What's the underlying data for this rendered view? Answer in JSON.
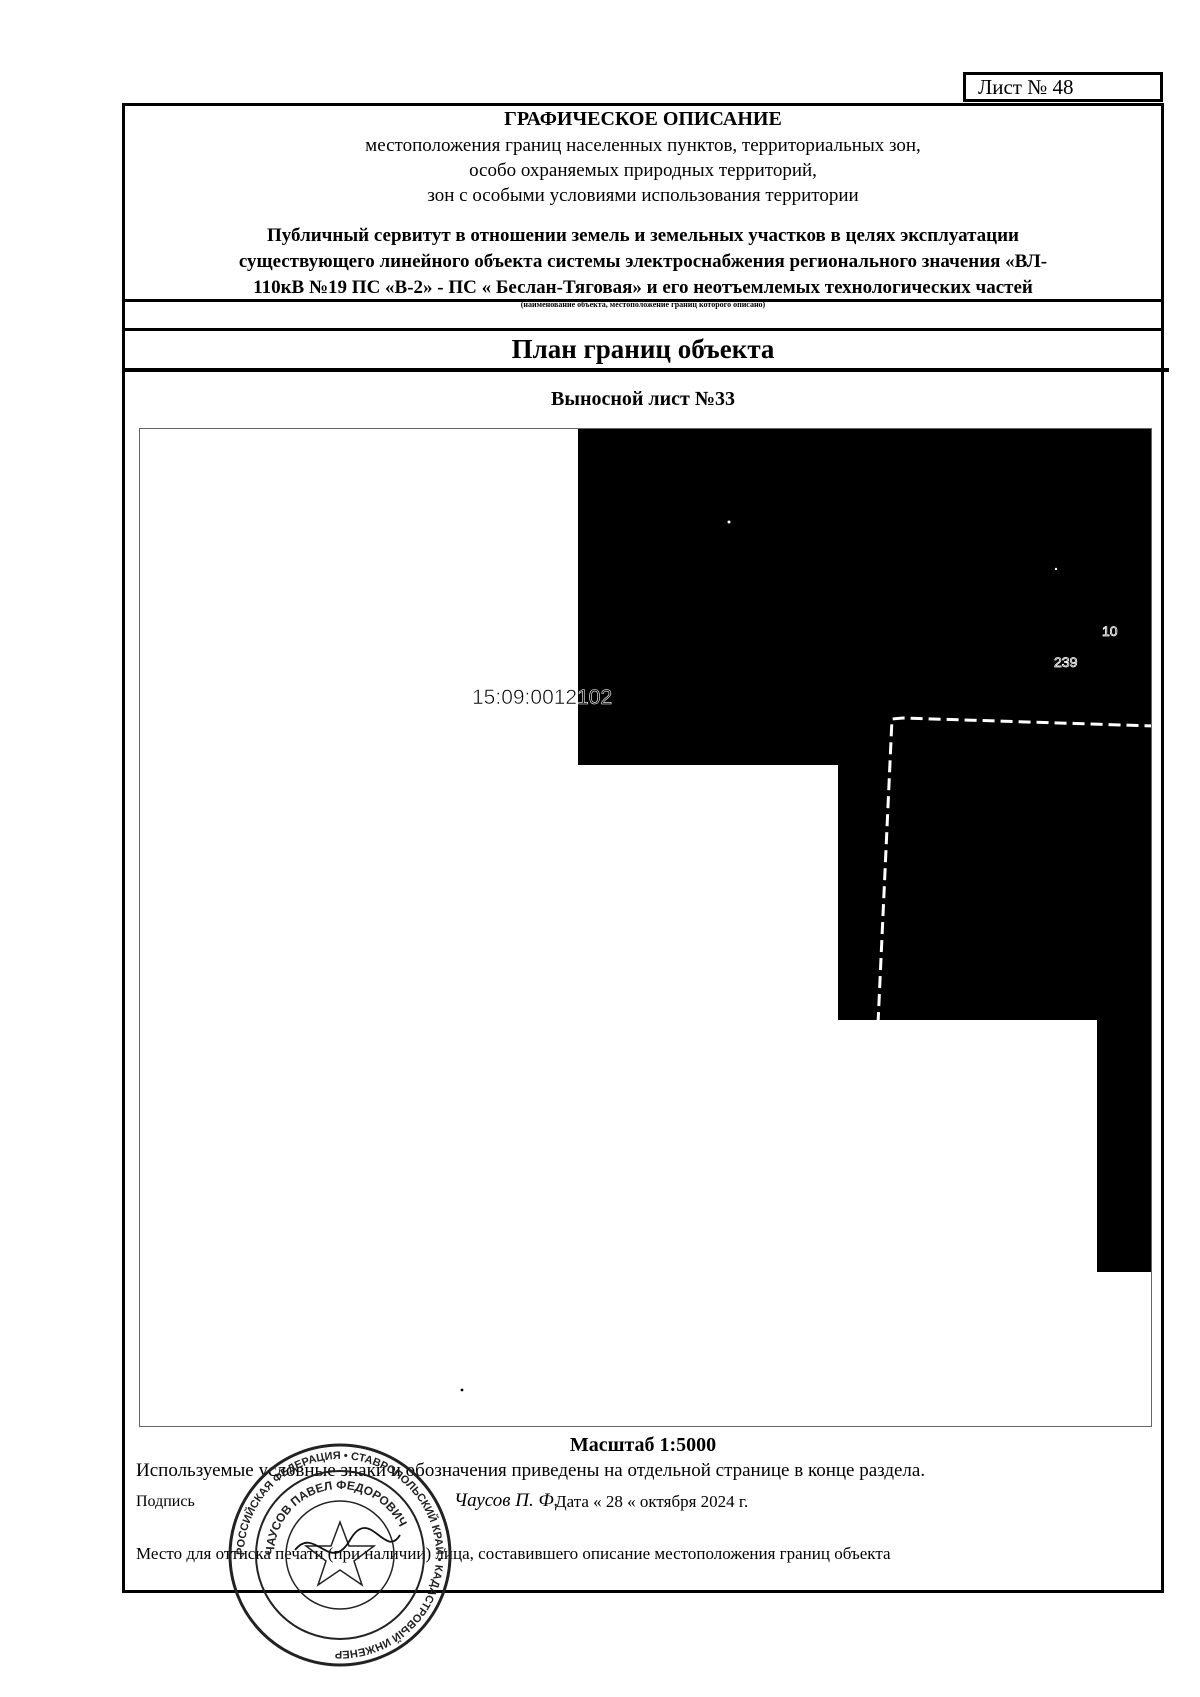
{
  "sheet_number": "Лист № 48",
  "header": {
    "title": "ГРАФИЧЕСКОЕ ОПИСАНИЕ",
    "subtitle_lines": [
      "местоположения границ населенных пунктов, территориальных зон,",
      "особо охраняемых природных территорий,",
      "зон с особыми условиями использования территории"
    ],
    "object_lines": [
      "Публичный сервитут в отношении земель и земельных участков в целях эксплуатации",
      "существующего линейного объекта системы электроснабжения регионального значения «ВЛ-",
      "110кВ №19 ПС «В-2» - ПС « Беслан-Тяговая» и его неотъемлемых технологических частей"
    ],
    "object_note": "(наименование объекта, местоположение границ которого описано)"
  },
  "plan_title": "План границ объекта",
  "extra_sheet": "Выносной лист №33",
  "map": {
    "cadastral_block": "15:09:0012102",
    "labels": [
      "10",
      "239"
    ]
  },
  "scale": "Масштаб 1:5000",
  "legend_note": "Используемые условные знаки и обозначения приведены на отдельной странице в конце раздела.",
  "signature": {
    "label": "Подпись",
    "name": "Чаусов П. Ф.",
    "date": "Дата « 28 « октября 2024 г."
  },
  "stamp_place_note": "Место для оттиска печати (при наличии) лица, составившего описание местоположения границ объекта",
  "stamp": {
    "outer_text": "РОССИЙСКАЯ ФЕДЕРАЦИЯ • СТАВРОПОЛЬСКИЙ КРАЙ • КАДАСТРОВЫЙ ИНЖЕНЕР",
    "inner_text": "ЧАУСОВ ПАВЕЛ ФЕДОРОВИЧ"
  }
}
